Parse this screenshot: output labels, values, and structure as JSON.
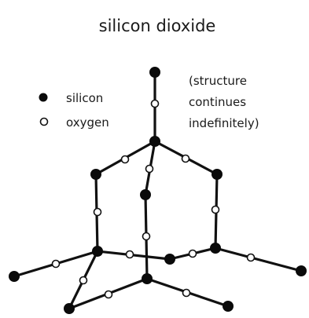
{
  "title": "silicon dioxide",
  "legend": {
    "silicon_label": "silicon",
    "oxygen_label": "oxygen"
  },
  "note": [
    "(structure",
    "continues",
    "indefinitely)"
  ],
  "colors": {
    "silicon": "#0a0a0a",
    "oxygen_fill": "#ffffff",
    "bond": "#111111"
  }
}
